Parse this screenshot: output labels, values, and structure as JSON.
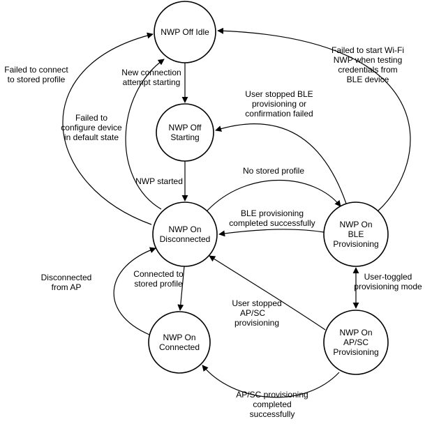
{
  "diagram": {
    "nodes": {
      "off_idle": {
        "l1": "NWP Off Idle"
      },
      "off_starting": {
        "l1": "NWP Off",
        "l2": "Starting"
      },
      "on_disconnected": {
        "l1": "NWP On",
        "l2": "Disconnected"
      },
      "on_ble": {
        "l1": "NWP On",
        "l2": "BLE",
        "l3": "Provisioning"
      },
      "on_connected": {
        "l1": "NWP On",
        "l2": "Connected"
      },
      "on_apsc": {
        "l1": "NWP On",
        "l2": "AP/SC",
        "l3": "Provisioning"
      }
    },
    "edges": {
      "failed_connect": {
        "l1": "Failed to connect",
        "l2": "to stored profile"
      },
      "failed_configure": {
        "l1": "Failed to",
        "l2": "configure device",
        "l3": "in default state"
      },
      "new_connection": {
        "l1": "New connection",
        "l2": "attempt starting"
      },
      "user_stopped_ble": {
        "l1": "User stopped BLE",
        "l2": "provisioning or",
        "l3": "confirmation failed"
      },
      "failed_wifi": {
        "l1": "Failed to start Wi-Fi",
        "l2": "NWP when testing",
        "l3": "credentials from",
        "l4": "BLE device"
      },
      "nwp_started": {
        "l1": "NWP started"
      },
      "no_stored_profile": {
        "l1": "No stored profile"
      },
      "ble_completed": {
        "l1": "BLE provisioning",
        "l2": "completed successfully"
      },
      "connected_stored": {
        "l1": "Connected to",
        "l2": "stored profile"
      },
      "disconnected_ap": {
        "l1": "Disconnected",
        "l2": "from AP"
      },
      "user_stopped_apsc": {
        "l1": "User stopped",
        "l2": "AP/SC",
        "l3": "provisioning"
      },
      "user_toggled": {
        "l1": "User-toggled",
        "l2": "provisioning mode"
      },
      "apsc_completed": {
        "l1": "AP/SC provisioning",
        "l2": "completed",
        "l3": "successfully"
      }
    },
    "colors": {
      "stroke": "#000000",
      "fill": "#ffffff"
    }
  }
}
